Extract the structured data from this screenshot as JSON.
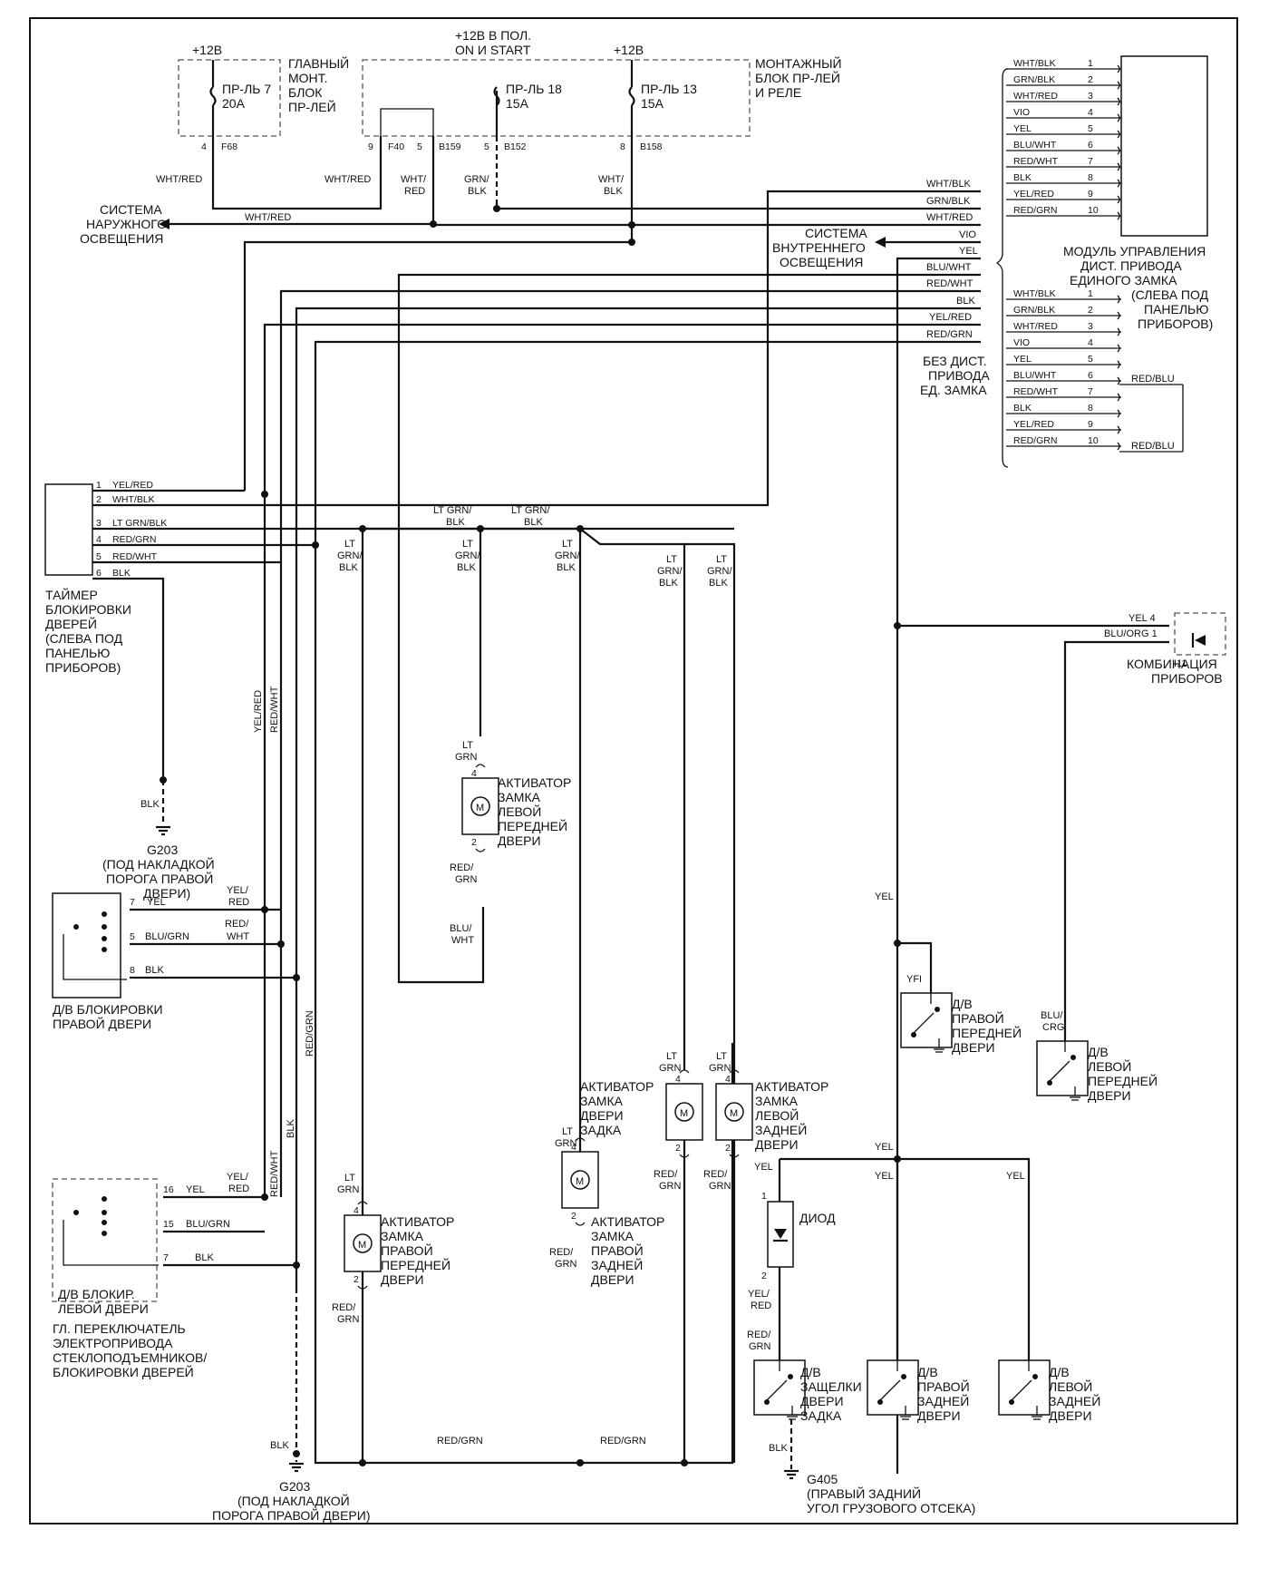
{
  "header": {
    "plus12_left": "+12В",
    "plus12_right": "+12В",
    "ignition_1": "+12В В ПОЛ.",
    "ignition_2": "ON И START"
  },
  "fuse_blocks": {
    "main_1": "ГЛАВНЫЙ",
    "main_2": "МОНТ.",
    "main_3": "БЛОК",
    "main_4": "ПР-ЛЕЙ",
    "mount_1": "МОНТАЖНЫЙ",
    "mount_2": "БЛОК ПР-ЛЕЙ",
    "mount_3": "И РЕЛЕ",
    "fuse7": "ПР-ЛЬ 7",
    "fuse7_amp": "20А",
    "fuse18": "ПР-ЛЬ 18",
    "fuse18_amp": "15А",
    "fuse13": "ПР-ЛЬ 13",
    "fuse13_amp": "15А",
    "pins": [
      "4",
      "F68",
      "9",
      "F40",
      "5",
      "B159",
      "5",
      "B152",
      "8",
      "B158"
    ]
  },
  "systems": {
    "ext_1": "СИСТЕМА",
    "ext_2": "НАРУЖНОГО",
    "ext_3": "ОСВЕЩЕНИЯ",
    "int_1": "СИСТЕМА",
    "int_2": "ВНУТРЕННЕГО",
    "int_3": "ОСВЕЩЕНИЯ"
  },
  "module": {
    "title_lines": [
      "МОДУЛЬ УПРАВЛЕНИЯ",
      "ДИСТ. ПРИВОДА",
      "ЕДИНОГО ЗАМКА",
      "(СЛЕВА ПОД",
      "ПАНЕЛЬЮ",
      "ПРИБОРОВ)"
    ],
    "without_lines": [
      "БЕЗ ДИСТ.",
      "ПРИВОДА",
      "ЕД. ЗАМКА"
    ],
    "wires": [
      "WHT/BLK",
      "GRN/BLK",
      "WHT/RED",
      "VIO",
      "YEL",
      "BLU/WHT",
      "RED/WHT",
      "BLK",
      "YEL/RED",
      "RED/GRN"
    ],
    "pins": [
      "1",
      "2",
      "3",
      "4",
      "5",
      "6",
      "7",
      "8",
      "9",
      "10"
    ],
    "jumper_label": "RED/BLU"
  },
  "timer": {
    "title_lines": [
      "ТАЙМЕР",
      "БЛОКИРОВКИ",
      "ДВЕРЕЙ",
      "(СЛЕВА ПОД",
      "ПАНЕЛЬЮ",
      "ПРИБОРОВ)"
    ],
    "pins": [
      "1",
      "2",
      "3",
      "4",
      "5",
      "6"
    ],
    "wires": [
      "YEL/RED",
      "WHT/BLK",
      "LT GRN/BLK",
      "RED/GRN",
      "RED/WHT",
      "BLK"
    ]
  },
  "trunk_wires": {
    "wht_blk": "WHT/BLK",
    "grn_blk": "GRN/BLK",
    "wht_red": "WHT/RED",
    "vio": "VIO",
    "yel": "YEL",
    "blu_wht": "BLU/WHT",
    "red_wht": "RED/WHT",
    "blk": "BLK",
    "yel_red": "YEL/RED",
    "red_grn": "RED/GRN"
  },
  "labels": {
    "wht_red": "WHT/RED",
    "wht": "WHT/",
    "red": "RED",
    "grn": "GRN/",
    "blk": "BLK",
    "lt": "LT",
    "grn2": "GRN",
    "grn_slash": "GRN/",
    "lt_grn_blk_1": "LT GRN/",
    "blk_only": "BLK",
    "yel_red_v": "YEL/RED",
    "red_wht_v": "RED/WHT",
    "red_grn_v": "RED/GRN",
    "blk_v": "BLK",
    "yel": "YEL",
    "yel_red": "YEL/",
    "red_grn": "RED/",
    "red_wht": "RED/",
    "wht2": "WHT",
    "blu": "BLU/",
    "wht3": "WHT",
    "blu_grn": "BLU/GRN",
    "blu_org": "BLU/ORG",
    "blu_crg": "BLU/",
    "crg": "CRG",
    "yel_pin": "YEL 4",
    "blu_org_pin": "BLU/ORG 1",
    "i11": "I11",
    "red_grn_h": "RED/GRN",
    "yel_v": "YEL",
    "yfi": "YFI"
  },
  "ground": {
    "g203_top": [
      "G203",
      "(ПОД НАКЛАДКОЙ",
      "ПОРОГА ПРАВОЙ",
      "ДВЕРИ)"
    ],
    "g203_bottom": [
      "G203",
      "(ПОД НАКЛАДКОЙ",
      "ПОРОГА ПРАВОЙ ДВЕРИ)"
    ],
    "g405": [
      "G405",
      "(ПРАВЫЙ ЗАДНИЙ",
      "УГОЛ ГРУЗОВОГО ОТСЕКА)"
    ]
  },
  "switches": {
    "right_lock": [
      "Д/В БЛОКИРОВКИ",
      "ПРАВОЙ ДВЕРИ"
    ],
    "left_lock": [
      "Д/В БЛОКИР.",
      "ЛЕВОЙ ДВЕРИ"
    ],
    "main_switch": [
      "ГЛ. ПЕРЕКЛЮЧАТЕЛЬ",
      "ЭЛЕКТРОПРИВОДА",
      "СТЕКЛОПОДЪЕМНИКОВ/",
      "БЛОКИРОВКИ ДВЕРЕЙ"
    ],
    "right_front": [
      "Д/В",
      "ПРАВОЙ",
      "ПЕРЕДНЕЙ",
      "ДВЕРИ"
    ],
    "left_front": [
      "Д/В",
      "ЛЕВОЙ",
      "ПЕРЕДНЕЙ",
      "ДВЕРИ"
    ],
    "tailgate": [
      "Д/В",
      "ЗАЩЕЛКИ",
      "ДВЕРИ",
      "ЗАДКА"
    ],
    "right_rear": [
      "Д/В",
      "ПРАВОЙ",
      "ЗАДНЕЙ",
      "ДВЕРИ"
    ],
    "left_rear": [
      "Д/В",
      "ЛЕВОЙ",
      "ЗАДНЕЙ",
      "ДВЕРИ"
    ],
    "pins_right": [
      "7",
      "5",
      "8"
    ],
    "pins_left": [
      "16",
      "15",
      "7"
    ]
  },
  "actuators": {
    "left_front": [
      "АКТИВАТОР",
      "ЗАМКА",
      "ЛЕВОЙ",
      "ПЕРЕДНЕЙ",
      "ДВЕРИ"
    ],
    "right_front": [
      "АКТИВАТОР",
      "ЗАМКА",
      "ПРАВОЙ",
      "ПЕРЕДНЕЙ",
      "ДВЕРИ"
    ],
    "right_rear": [
      "АКТИВАТОР",
      "ЗАМКА",
      "ПРАВОЙ",
      "ЗАДНЕЙ",
      "ДВЕРИ"
    ],
    "tailgate": [
      "АКТИВАТОР",
      "ЗАМКА",
      "ДВЕРИ",
      "ЗАДКА"
    ],
    "left_rear": [
      "АКТИВАТОР",
      "ЗАМКА",
      "ЛЕВОЙ",
      "ЗАДНЕЙ",
      "ДВЕРИ"
    ],
    "motor": "M",
    "pin4": "4",
    "pin2": "2"
  },
  "diode": {
    "label": "ДИОД",
    "pin1": "1",
    "pin2": "2"
  },
  "cluster": [
    "КОМБИНАЦИЯ",
    "ПРИБОРОВ"
  ]
}
